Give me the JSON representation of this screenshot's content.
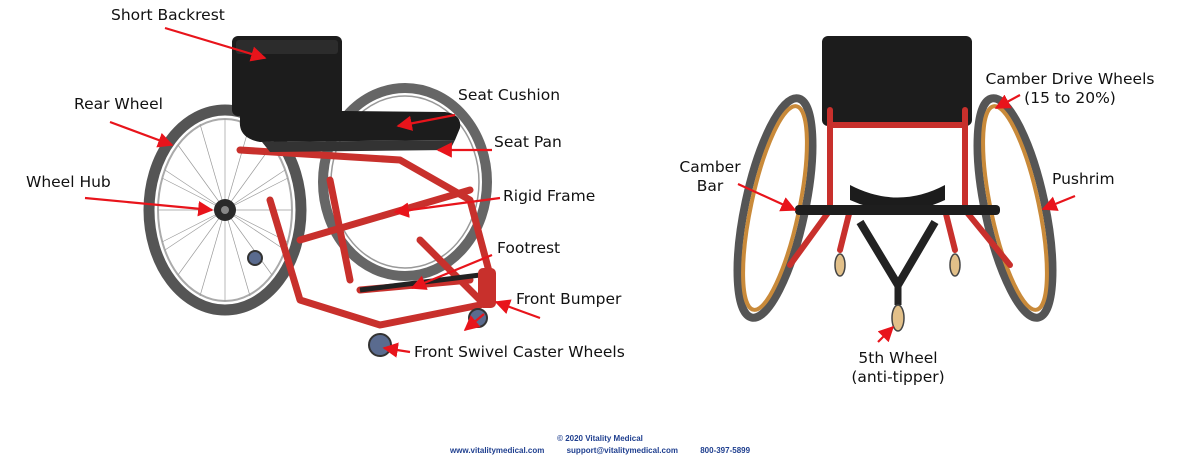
{
  "left_chair": {
    "labels": {
      "short_backrest": "Short Backrest",
      "rear_wheel": "Rear Wheel",
      "wheel_hub": "Wheel Hub",
      "seat_cushion": "Seat Cushion",
      "seat_pan": "Seat Pan",
      "rigid_frame": "Rigid Frame",
      "footrest": "Footrest",
      "front_bumper": "Front Bumper",
      "front_swivel_caster_wheels": "Front Swivel Caster Wheels"
    }
  },
  "right_chair": {
    "labels": {
      "camber_drive_wheels_line1": "Camber Drive Wheels",
      "camber_drive_wheels_line2": "(15 to 20%)",
      "camber_bar_line1": "Camber",
      "camber_bar_line2": "Bar",
      "pushrim": "Pushrim",
      "fifth_wheel_line1": "5th Wheel",
      "fifth_wheel_line2": "(anti-tipper)"
    }
  },
  "footer": {
    "copyright": "© 2020   Vitality Medical",
    "website": "www.vitalitymedical.com",
    "email": "support@vitalitymedical.com",
    "phone": "800-397-5899"
  },
  "colors": {
    "arrow": "#e8141b",
    "frame_red": "#c8302c",
    "seat_black": "#1c1c1c",
    "tire_gray": "#555555",
    "pushrim_orange": "#c98a3a",
    "footer_blue": "#1f3f8f"
  }
}
